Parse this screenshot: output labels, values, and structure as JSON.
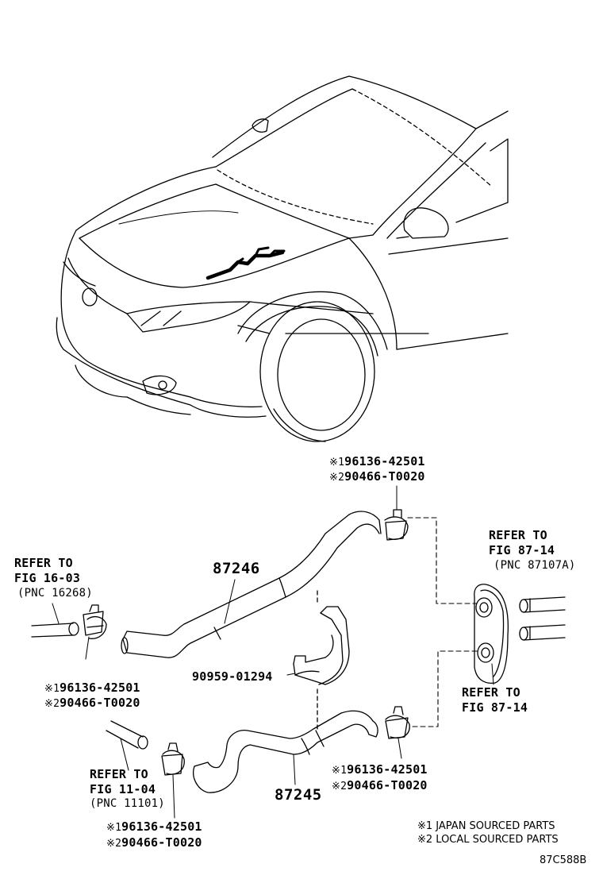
{
  "parts": {
    "hose_upper": "87246",
    "hose_lower": "87245",
    "clamp_bracket": "90959-01294"
  },
  "marks": {
    "m1": "※1",
    "m2": "※2"
  },
  "clamp_codes": {
    "c1": "96136-42501",
    "c2": "90466-T0020"
  },
  "refs": {
    "fig16": {
      "refer": "REFER TO",
      "fig": "FIG 16-03",
      "pnc": "(PNC 16268)"
    },
    "fig87a": {
      "refer": "REFER TO",
      "fig": "FIG 87-14",
      "pnc": "(PNC 87107A)"
    },
    "fig87b": {
      "refer": "REFER TO",
      "fig": "FIG 87-14"
    },
    "fig11": {
      "refer": "REFER TO",
      "fig": "FIG 11-04",
      "pnc": "(PNC 11101)"
    }
  },
  "legend": {
    "japan": "※1 JAPAN SOURCED PARTS",
    "local": "※2 LOCAL SOURCED PARTS"
  },
  "diagram_code": "87C588B"
}
